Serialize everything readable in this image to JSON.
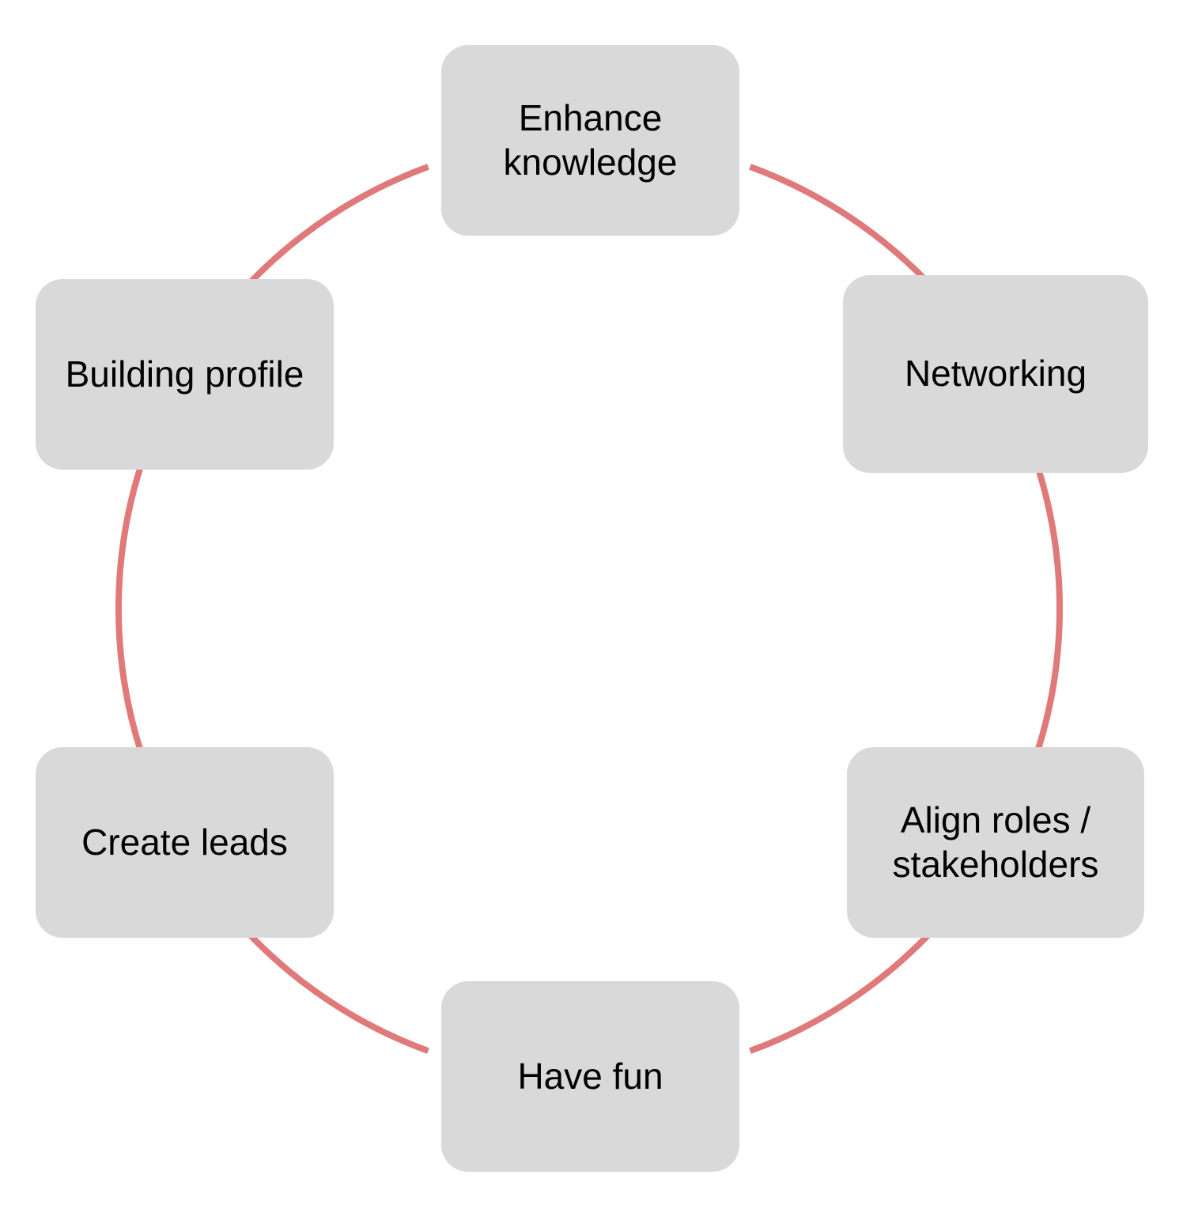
{
  "diagram": {
    "type": "cycle",
    "connector_color": "#e07a7a",
    "node_fill": "#d9d9d9",
    "nodes": [
      {
        "label": "Enhance knowledge"
      },
      {
        "label": "Networking"
      },
      {
        "label": "Align roles / stakeholders"
      },
      {
        "label": "Have fun"
      },
      {
        "label": "Create leads"
      },
      {
        "label": "Building profile"
      }
    ]
  }
}
